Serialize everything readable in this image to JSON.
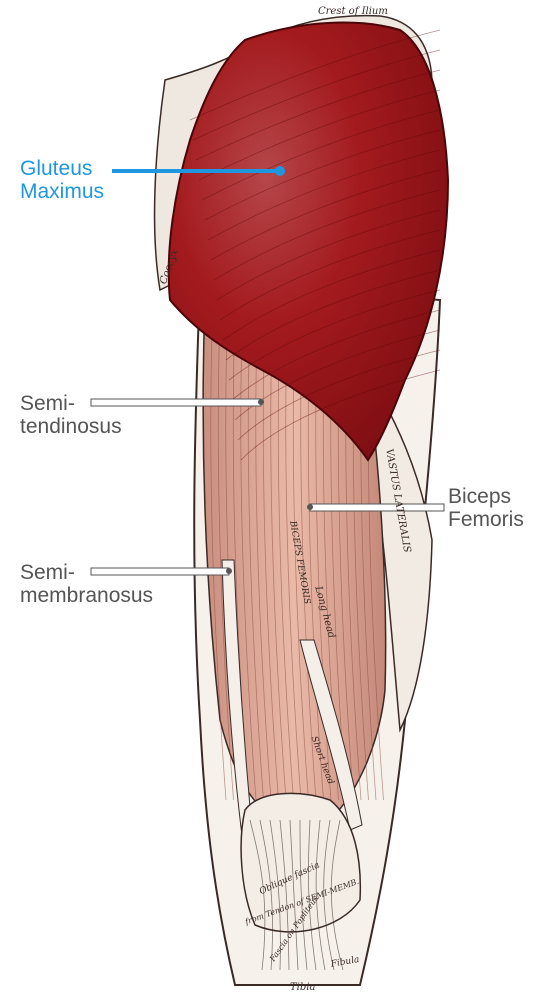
{
  "colors": {
    "accent": "#1f97e0",
    "label_text": "#555555",
    "gluteus": "#a01418",
    "hamstring": "#e8b5a4",
    "connector": "#555555"
  },
  "labels": {
    "gluteus_maximus": {
      "line1": "Gluteus",
      "line2": "Maximus",
      "highlighted": true
    },
    "semitendinosus": {
      "line1": "Semi-",
      "line2": "tendinosus",
      "highlighted": false
    },
    "semimembranosus": {
      "line1": "Semi-",
      "line2": "membranosus",
      "highlighted": false
    },
    "biceps_femoris": {
      "line1": "Biceps",
      "line2": "Femoris",
      "highlighted": false
    }
  },
  "engraved_text": {
    "crest_of_ilium": "Crest of Ilium",
    "coccyx": "Coccyx",
    "vastus_lateralis": "VASTUS LATERALIS",
    "biceps_femoris_small": "BICEPS FEMORIS",
    "long_head": "Long head",
    "short_head": "Short head",
    "oblique_fascia": "Oblique fascia",
    "tendon_semimem": "from Tendon of SEMI-MEMB.",
    "fascia_popliteus": "Fascia on Popliteus",
    "fibula": "Fibula",
    "tibia": "Tibia"
  }
}
